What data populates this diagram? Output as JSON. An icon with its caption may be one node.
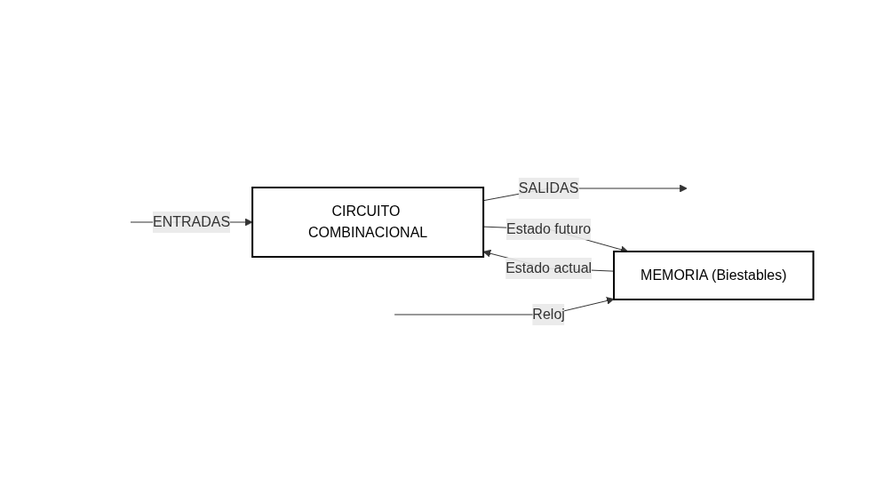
{
  "diagram": {
    "nodes": [
      {
        "text": [
          "CIRCUITO COMBINACIONAL"
        ]
      },
      {
        "text": [
          "MEMORIA (Biestables)"
        ]
      }
    ],
    "edges": [
      {
        "from": null,
        "to": 0,
        "arrow": "to",
        "label": "ENTRADAS"
      },
      {
        "from": 0,
        "to": null,
        "arrow": "to",
        "label": "SALIDAS"
      },
      {
        "from": 1,
        "to": 0,
        "arrow": "to",
        "label": "Estado actual"
      },
      {
        "from": 0,
        "to": 1,
        "arrow": "to",
        "label": "Estado futuro"
      },
      {
        "from": null,
        "to": 1,
        "arrow": "to",
        "label": "Reloj"
      }
    ]
  }
}
